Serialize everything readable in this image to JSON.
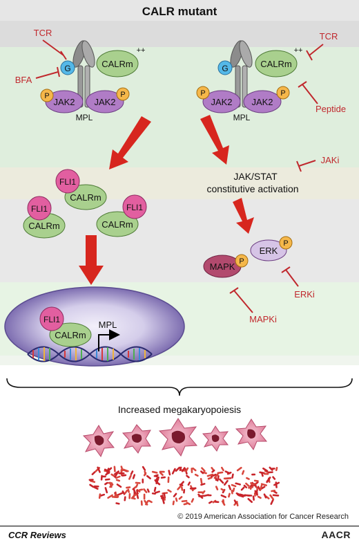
{
  "title": "CALR mutant",
  "left_receptor": {
    "inhibitor_tcr": "TCR",
    "inhibitor_bfa": "BFA",
    "g_label": "G",
    "calrm_label": "CALRm",
    "charge": "++",
    "jak_left": "JAK2",
    "jak_right": "JAK2",
    "p_left": "P",
    "p_right": "P",
    "mpl_label": "MPL"
  },
  "right_receptor": {
    "inhibitor_tcr": "TCR",
    "inhibitor_peptide": "Peptide",
    "g_label": "G",
    "calrm_label": "CALRm",
    "charge": "++",
    "jak_left": "JAK2",
    "jak_right": "JAK2",
    "p_left": "P",
    "p_right": "P",
    "mpl_label": "MPL"
  },
  "jakstat": {
    "line1": "JAK/STAT",
    "line2": "constitutive activation",
    "inhibitor": "JAKi"
  },
  "complexes": {
    "fli1": "FLI1",
    "calrm": "CALRm"
  },
  "mapk_erk": {
    "erk": "ERK",
    "mapk": "MAPK",
    "p": "P",
    "erk_inhibitor": "ERKi",
    "mapk_inhibitor": "MAPKi"
  },
  "nucleus": {
    "fli1": "FLI1",
    "calrm": "CALRm",
    "gene": "MPL"
  },
  "outcome": "Increased megakaryopoiesis",
  "copyright": "© 2019 American Association for Cancer Research",
  "footer": {
    "series": "CCR Reviews",
    "publisher": "AACR"
  },
  "colors": {
    "inhibitor_red": "#c0282d",
    "arrow_red": "#d7261e",
    "calrm_green": "#a9d08e",
    "jak_purple": "#b07cc6",
    "fli1_pink": "#e25fa0",
    "p_orange": "#f5b74a",
    "g_blue": "#54b8e8",
    "nucleus_purple": "#8a7ab8",
    "cell_pink": "#e68aa2"
  }
}
